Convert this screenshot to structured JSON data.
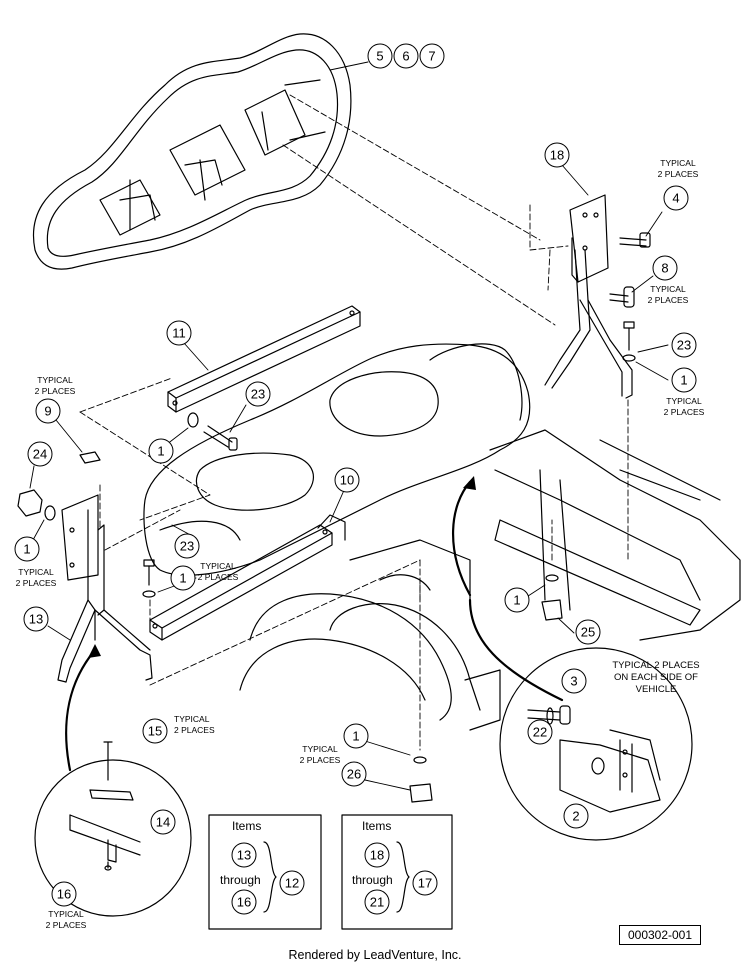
{
  "callouts": {
    "c5": "5",
    "c6": "6",
    "c7": "7",
    "c18": "18",
    "c4": "4",
    "c8": "8",
    "c23a": "23",
    "c1a": "1",
    "c11": "11",
    "c23b": "23",
    "c1b": "1",
    "c9": "9",
    "c24": "24",
    "c1c": "1",
    "c10": "10",
    "c23c": "23",
    "c1d": "1",
    "c13": "13",
    "c1e": "1",
    "c25": "25",
    "c3": "3",
    "c22": "22",
    "c2": "2",
    "c15": "15",
    "c14": "14",
    "c16": "16",
    "c1f": "1",
    "c26": "26"
  },
  "notes": {
    "typical_2_places": [
      "TYPICAL",
      "2 PLACES"
    ],
    "each_side": [
      "TYPICAL 2 PLACES",
      "ON EACH SIDE OF",
      "VEHICLE"
    ]
  },
  "legend_box_1": {
    "title": "Items",
    "from": "13",
    "through": "through",
    "to": "16",
    "parent": "12"
  },
  "legend_box_2": {
    "title": "Items",
    "from": "18",
    "through": "through",
    "to": "21",
    "parent": "17"
  },
  "drawing_id": "000302-001",
  "footer": "Rendered by LeadVenture, Inc."
}
